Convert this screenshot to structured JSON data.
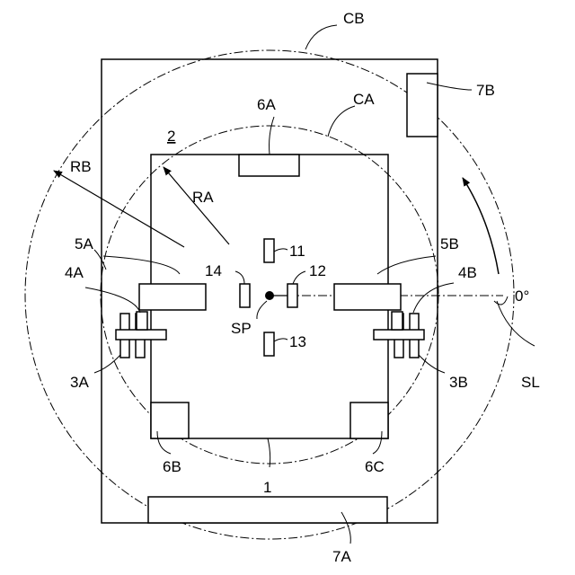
{
  "labels": {
    "CB": "CB",
    "CA": "CA",
    "7B": "7B",
    "6A": "6A",
    "2": "2",
    "RB": "RB",
    "RA": "RA",
    "11": "11",
    "5A": "5A",
    "5B": "5B",
    "4A": "4A",
    "4B": "4B",
    "14": "14",
    "12": "12",
    "0deg": "0°",
    "SP": "SP",
    "13": "13",
    "3A": "3A",
    "3B": "3B",
    "SL": "SL",
    "6B": "6B",
    "6C": "6C",
    "1": "1",
    "7A": "7A"
  }
}
